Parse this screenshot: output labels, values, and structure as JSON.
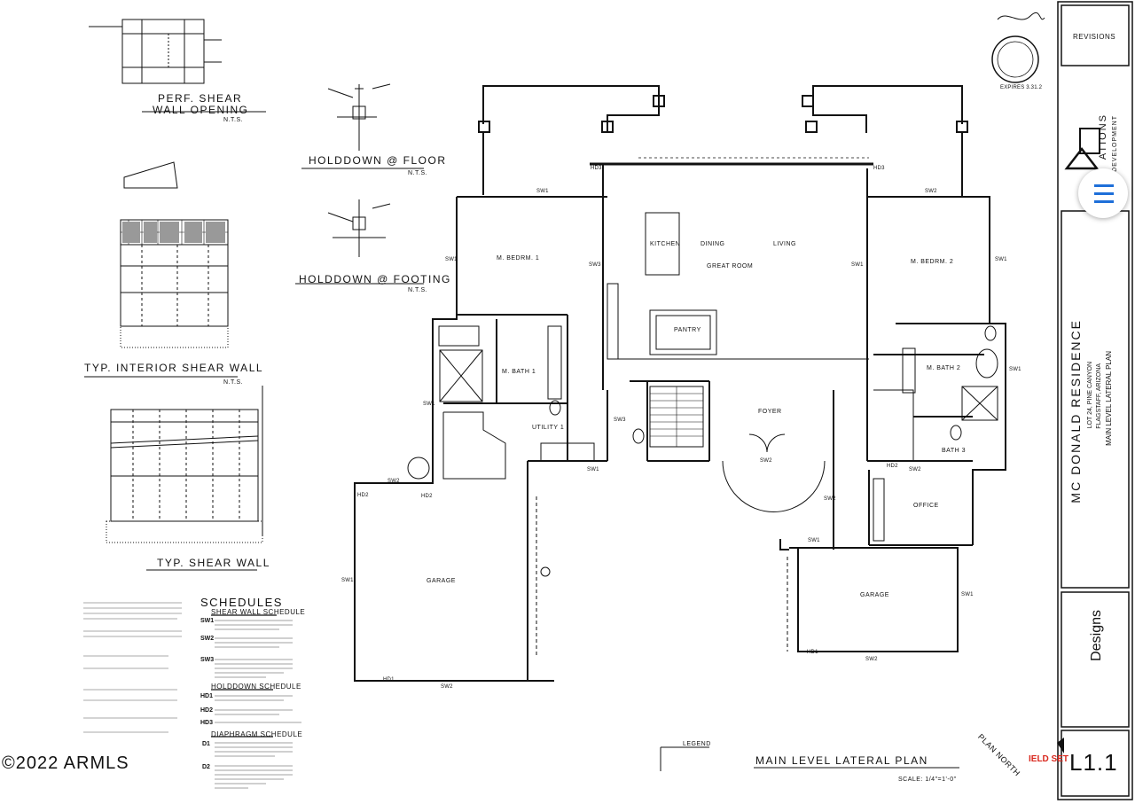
{
  "details": {
    "perf_shear_title_1": "PERF. SHEAR",
    "perf_shear_title_2": "WALL OPENING",
    "perf_shear_scale": "N.T.S.",
    "holddown_floor_title": "HOLDDOWN @ FLOOR",
    "holddown_floor_scale": "N.T.S.",
    "holddown_footing_title": "HOLDDOWN @ FOOTING",
    "holddown_footing_scale": "N.T.S.",
    "typ_interior_title": "TYP. INTERIOR SHEAR WALL",
    "typ_interior_scale": "N.T.S.",
    "typ_shear_title": "TYP. SHEAR WALL"
  },
  "schedules": {
    "title": "SCHEDULES",
    "shear_wall_title": "SHEAR WALL SCHEDULE",
    "shear_wall_items": [
      "SW1",
      "SW2",
      "SW3"
    ],
    "holdown_title": "HOLDDOWN SCHEDULE",
    "holdown_items": [
      "HD1",
      "HD2",
      "HD3"
    ],
    "diaphragm_title": "DIAPHRAGM SCHEDULE",
    "diaphragm_items": [
      "D1",
      "D2"
    ]
  },
  "plan": {
    "rooms": {
      "kitchen": "KITCHEN",
      "dining": "DINING",
      "living": "LIVING",
      "great_room": "GREAT ROOM",
      "pantry": "PANTRY",
      "m_bedrm_1": "M. BEDRM. 1",
      "m_bath_1": "M. BATH 1",
      "utility_1": "UTILITY 1",
      "garage_left": "GARAGE",
      "foyer": "FOYER",
      "m_bedrm_2": "M. BEDRM. 2",
      "m_bath_2": "M. BATH 2",
      "bath_3": "BATH 3",
      "office": "OFFICE",
      "garage_right": "GARAGE"
    },
    "wall_tags": [
      "SW1",
      "SW2",
      "SW3",
      "HD1",
      "HD2",
      "HD3"
    ],
    "legend_title": "LEGEND",
    "title": "MAIN LEVEL LATERAL PLAN",
    "scale": "SCALE: 1/4\"=1'-0\"",
    "north": "PLAN NORTH"
  },
  "seal": {
    "expires": "EXPIRES 3.31.2"
  },
  "title_block": {
    "revisions": "REVISIONS",
    "firm_fragment_1": "ATIONS",
    "firm_fragment_2": "DEVELOPMENT",
    "project_name": "MC DONALD RESIDENCE",
    "project_line_1": "LOT 24, PINE CANYON",
    "project_line_2": "FLAGSTAFF, ARIZONA",
    "project_line_3": "MAIN LEVEL LATERAL PLAN",
    "designer": "Designs",
    "sheet": "L1.1",
    "field_set": "IELD SET"
  },
  "watermark": "©2022 ARMLS",
  "colors": {
    "line": "#111111",
    "field_set_red": "#d9281e",
    "menu_blue": "#1e6fd9"
  },
  "icons": {
    "menu": "hamburger-menu-icon",
    "north": "north-arrow-icon",
    "seal": "engineer-seal-icon",
    "signature": "signature-icon"
  }
}
